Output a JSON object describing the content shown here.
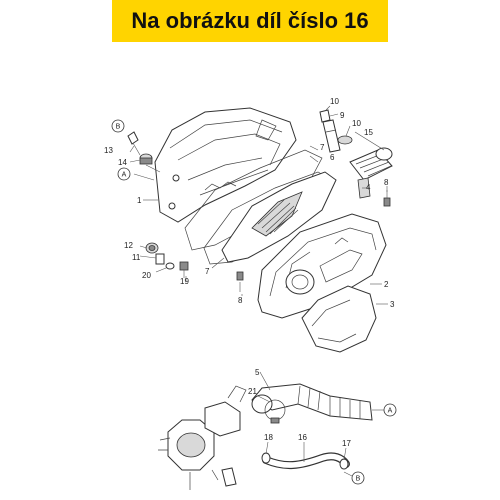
{
  "header": {
    "title": "Na obrázku díl číslo 16",
    "background": "#FFD400"
  },
  "diagram": {
    "ref_markers": {
      "A": "A",
      "B": "B"
    },
    "labels": {
      "p1": "1",
      "p2": "2",
      "p3": "3",
      "p4": "4",
      "p5": "5",
      "p6": "6",
      "p7a": "7",
      "p7b": "7",
      "p8a": "8",
      "p8b": "8",
      "p9": "9",
      "p10a": "10",
      "p10b": "10",
      "p11": "11",
      "p12": "12",
      "p13": "13",
      "p14": "14",
      "p15": "15",
      "p16": "16",
      "p17": "17",
      "p18": "18",
      "p19": "19",
      "p20": "20",
      "p21": "21"
    }
  }
}
